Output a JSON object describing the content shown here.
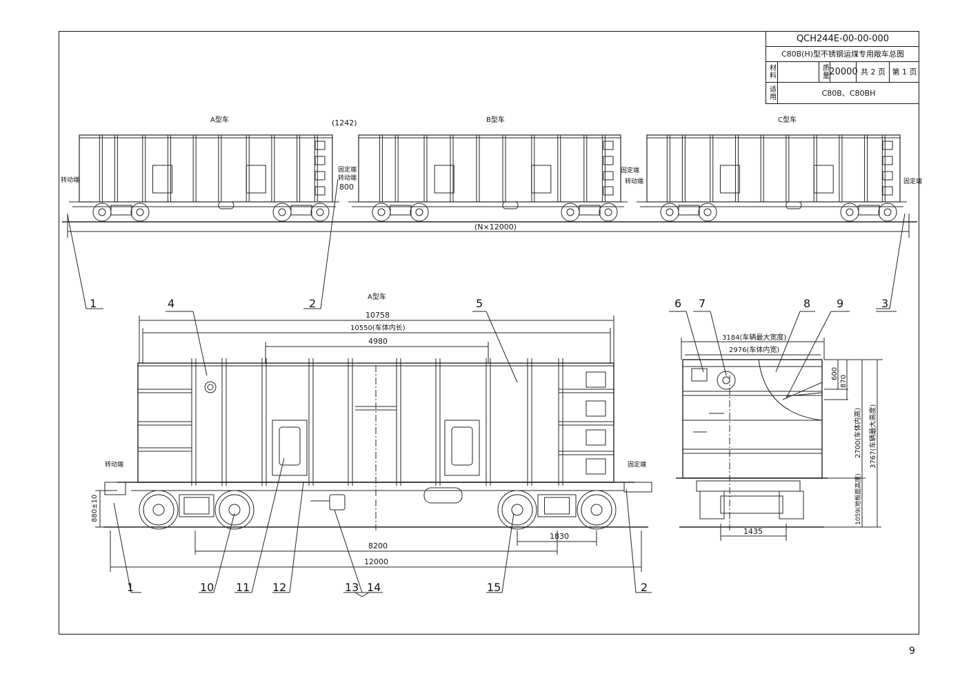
{
  "title_block": {
    "drawing_no": "QCH244E-00-00-000",
    "drawing_name": "C80B(H)型不锈钢运煤专用敞车总图",
    "material_label": "材料",
    "mass_label": "质量",
    "mass_value": "20000",
    "total_pages": "共 2 页",
    "page_num": "第 1 页",
    "apply_label": "适用",
    "apply_value": "C80B、C80BH"
  },
  "top_view": {
    "car_a": "A型车",
    "car_b": "B型车",
    "car_c": "C型车",
    "gap_dim": "(1242)",
    "fixed_end_1": "固定端",
    "rotary_end_1": "转动端",
    "dim_800": "800",
    "rotary_end_left": "转动端",
    "fixed_end_2": "固定端",
    "rotary_end_2": "转动端",
    "fixed_end_right": "固定端",
    "total_len": "(N×12000)"
  },
  "side_view": {
    "title": "A型车",
    "dim_10758": "10758",
    "dim_10550": "10550(车体内长)",
    "dim_4980": "4980",
    "dim_8200": "8200",
    "dim_12000": "12000",
    "dim_1830": "1830",
    "dim_880": "880±10",
    "rotary_end": "转动端",
    "fixed_end": "固定端"
  },
  "end_view": {
    "dim_3184": "3184(车辆最大宽度)",
    "dim_2976": "2976(车体内宽)",
    "dim_600": "600",
    "dim_870": "870",
    "dim_2700": "2700(车体内高)",
    "dim_3767": "3767(车辆最大高度)",
    "dim_1059": "1059(地板面高度)",
    "dim_1435": "1435"
  },
  "callouts": {
    "c1a": "1",
    "c2a": "2",
    "c3": "3",
    "c4": "4",
    "c5": "5",
    "c6": "6",
    "c7": "7",
    "c8": "8",
    "c9": "9",
    "c1b": "1",
    "c10": "10",
    "c11": "11",
    "c12": "12",
    "c13": "13",
    "c14": "14",
    "c15": "15",
    "c2b": "2"
  },
  "page_number": "9"
}
